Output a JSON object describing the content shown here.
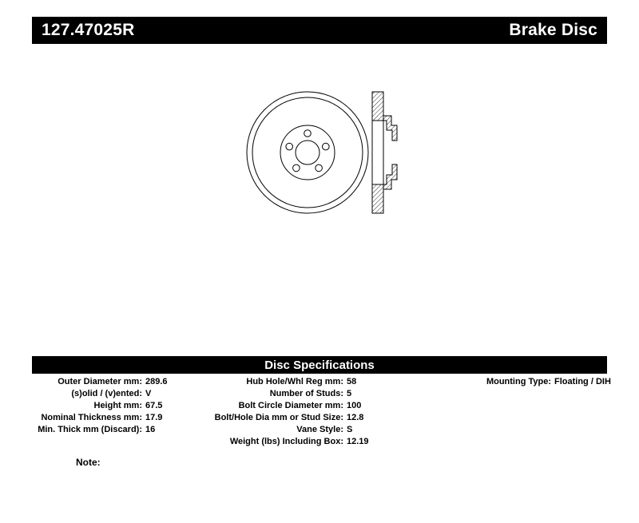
{
  "header": {
    "part_number": "127.47025R",
    "product_type": "Brake Disc"
  },
  "specs_title": "Disc Specifications",
  "specs": {
    "left": [
      {
        "label": "Outer Diameter mm:",
        "value": "289.6"
      },
      {
        "label": "(s)olid / (v)ented:",
        "value": "V"
      },
      {
        "label": "Height mm:",
        "value": "67.5"
      },
      {
        "label": "Nominal Thickness mm:",
        "value": "17.9"
      },
      {
        "label": "Min. Thick mm (Discard):",
        "value": "16"
      }
    ],
    "middle": [
      {
        "label": "Hub Hole/Whl Reg mm:",
        "value": "58"
      },
      {
        "label": "Number of Studs:",
        "value": "5"
      },
      {
        "label": "Bolt Circle Diameter mm:",
        "value": "100"
      },
      {
        "label": "Bolt/Hole Dia mm or Stud Size:",
        "value": "12.8"
      },
      {
        "label": "Vane Style:",
        "value": "S"
      },
      {
        "label": "Weight (lbs) Including Box:",
        "value": "12.19"
      }
    ],
    "right": [
      {
        "label": "Mounting Type:",
        "value": "Floating / DIH"
      }
    ]
  },
  "note_label": "Note:",
  "colors": {
    "bar_background": "#000000",
    "bar_text": "#ffffff",
    "line_color": "#000000"
  }
}
